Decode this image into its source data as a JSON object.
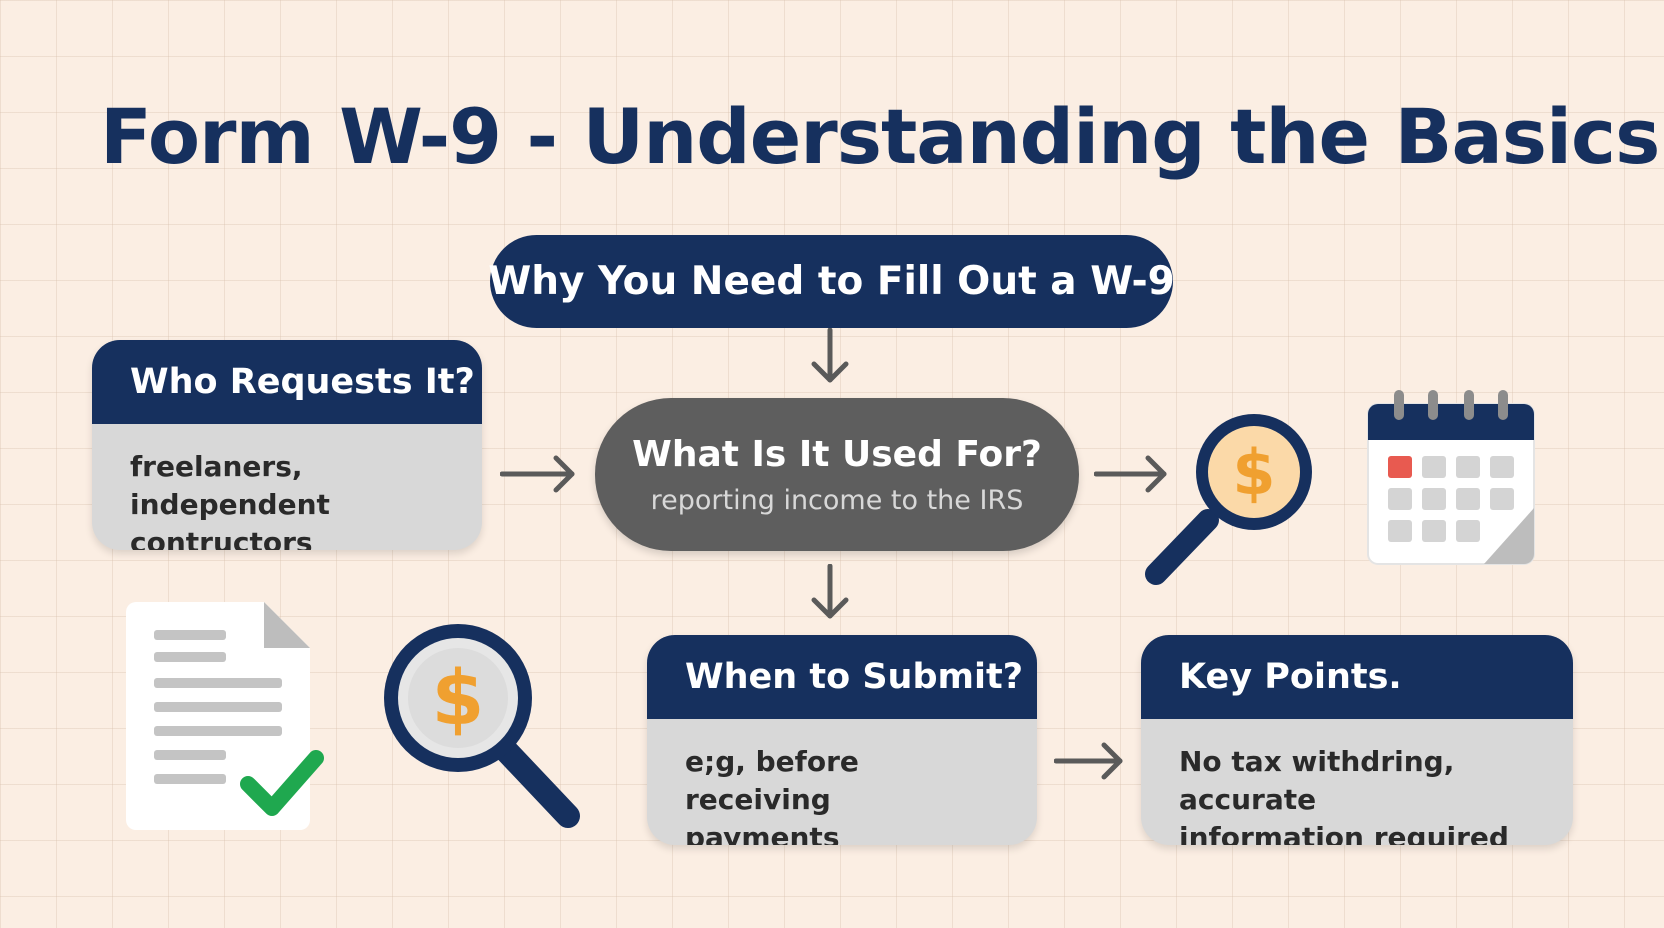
{
  "title": "Form W-9 - Understanding the Basics",
  "top_pill": "Why You Need to Fill Out a W-9",
  "who": {
    "heading": "Who Requests It?",
    "line1": "freelaners, independent",
    "line2": "contructors"
  },
  "used_for": {
    "heading": "What Is It Used For?",
    "subtitle": "reporting income to the IRS"
  },
  "when": {
    "heading": "When to Submit?",
    "line1": "e;g, before receiving",
    "line2": "payments"
  },
  "key_points": {
    "heading": "Key Points.",
    "line1": "No tax withdring, accurate",
    "line2": "information required"
  },
  "icons": {
    "dollar_symbol": "$",
    "magnifier_right": "dollar-magnifier-icon",
    "magnifier_left": "dollar-magnifier-icon",
    "calendar": "calendar-icon",
    "document": "document-check-icon"
  },
  "colors": {
    "navy": "#16305e",
    "card_gray": "#d8d8d8",
    "center_gray": "#5e5e5e",
    "gold": "#f0a030",
    "green_check": "#1fa84f",
    "calendar_red": "#e85a50",
    "background": "#fbeee3"
  }
}
